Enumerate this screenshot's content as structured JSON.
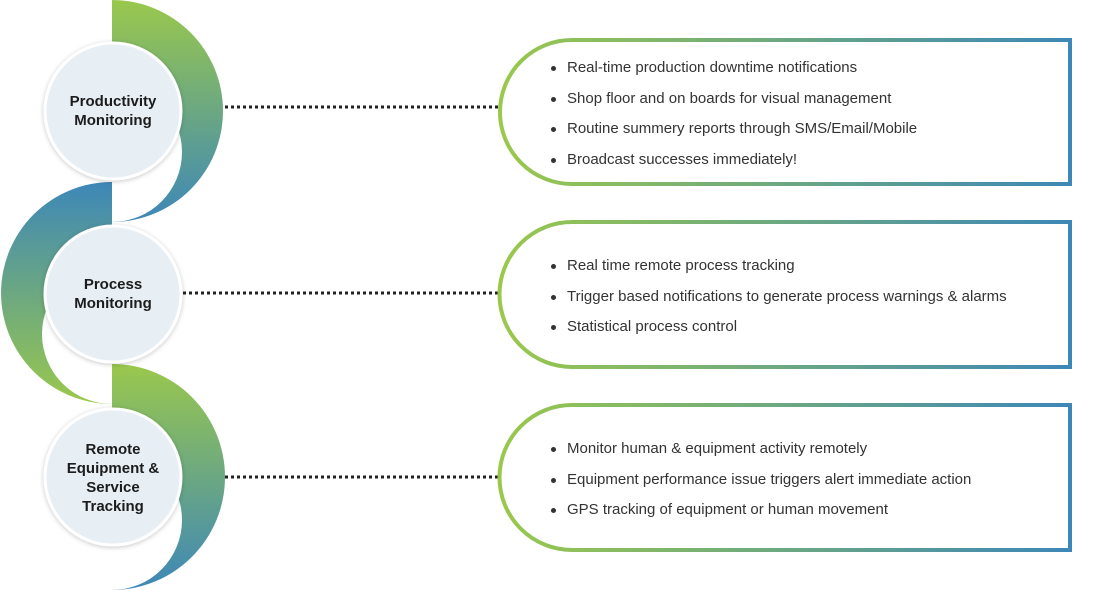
{
  "colors": {
    "green": "#9ac84c",
    "blue": "#3d87b8",
    "circle_fill": "#e7eef4",
    "connector": "#222222"
  },
  "rows": [
    {
      "title_lines": [
        "Productivity",
        "Monitoring"
      ],
      "bullets": [
        "Real-time production downtime notifications",
        "Shop floor and on boards for visual management",
        "Routine summery reports through SMS/Email/Mobile",
        "Broadcast successes immediately!"
      ]
    },
    {
      "title_lines": [
        "Process",
        "Monitoring"
      ],
      "bullets": [
        "Real time remote process tracking",
        "Trigger based notifications to generate process warnings & alarms",
        "Statistical process control"
      ]
    },
    {
      "title_lines": [
        "Remote",
        "Equipment &",
        "Service",
        "Tracking"
      ],
      "bullets": [
        "Monitor human & equipment activity remotely",
        "Equipment performance issue triggers alert immediate action",
        "GPS tracking of equipment or human movement"
      ]
    }
  ]
}
